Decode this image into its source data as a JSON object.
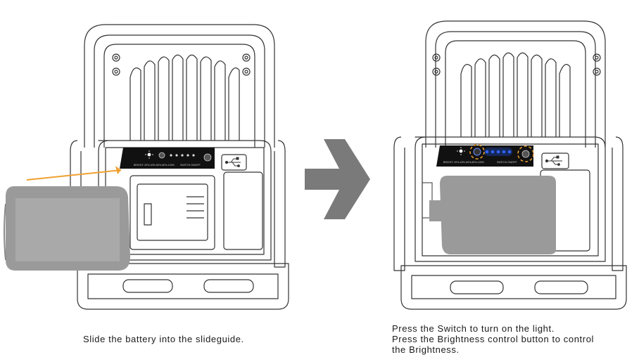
{
  "step1": {
    "caption": "Slide the battery into the slideguide.",
    "panel_left_label": "BRIGHT: 20%-40%-60%-80%-100%",
    "panel_right_label": "SWITCH ON/OFF"
  },
  "step2": {
    "caption_lines": [
      "Press the Switch to turn on the light.",
      "Press the Brightness control button to control",
      "the Brightness."
    ],
    "panel_left_label": "BRIGHT: 20%-40%-60%-80%-100%",
    "panel_right_label": "SWITCH ON/OFF"
  },
  "icons": {
    "next_arrow": "chevron-right-icon",
    "insert_arrow": "arrow-right-icon",
    "usb": "usb-icon",
    "sun": "sun-icon",
    "power": "power-icon"
  },
  "colors": {
    "line": "#333333",
    "battery": "#9a9a9a",
    "next_arrow": "#7a7a7a",
    "insert_arrow": "#f0a030",
    "panel": "#111111",
    "led_lit": "#1e4fd8",
    "highlight": "#f0a030"
  }
}
